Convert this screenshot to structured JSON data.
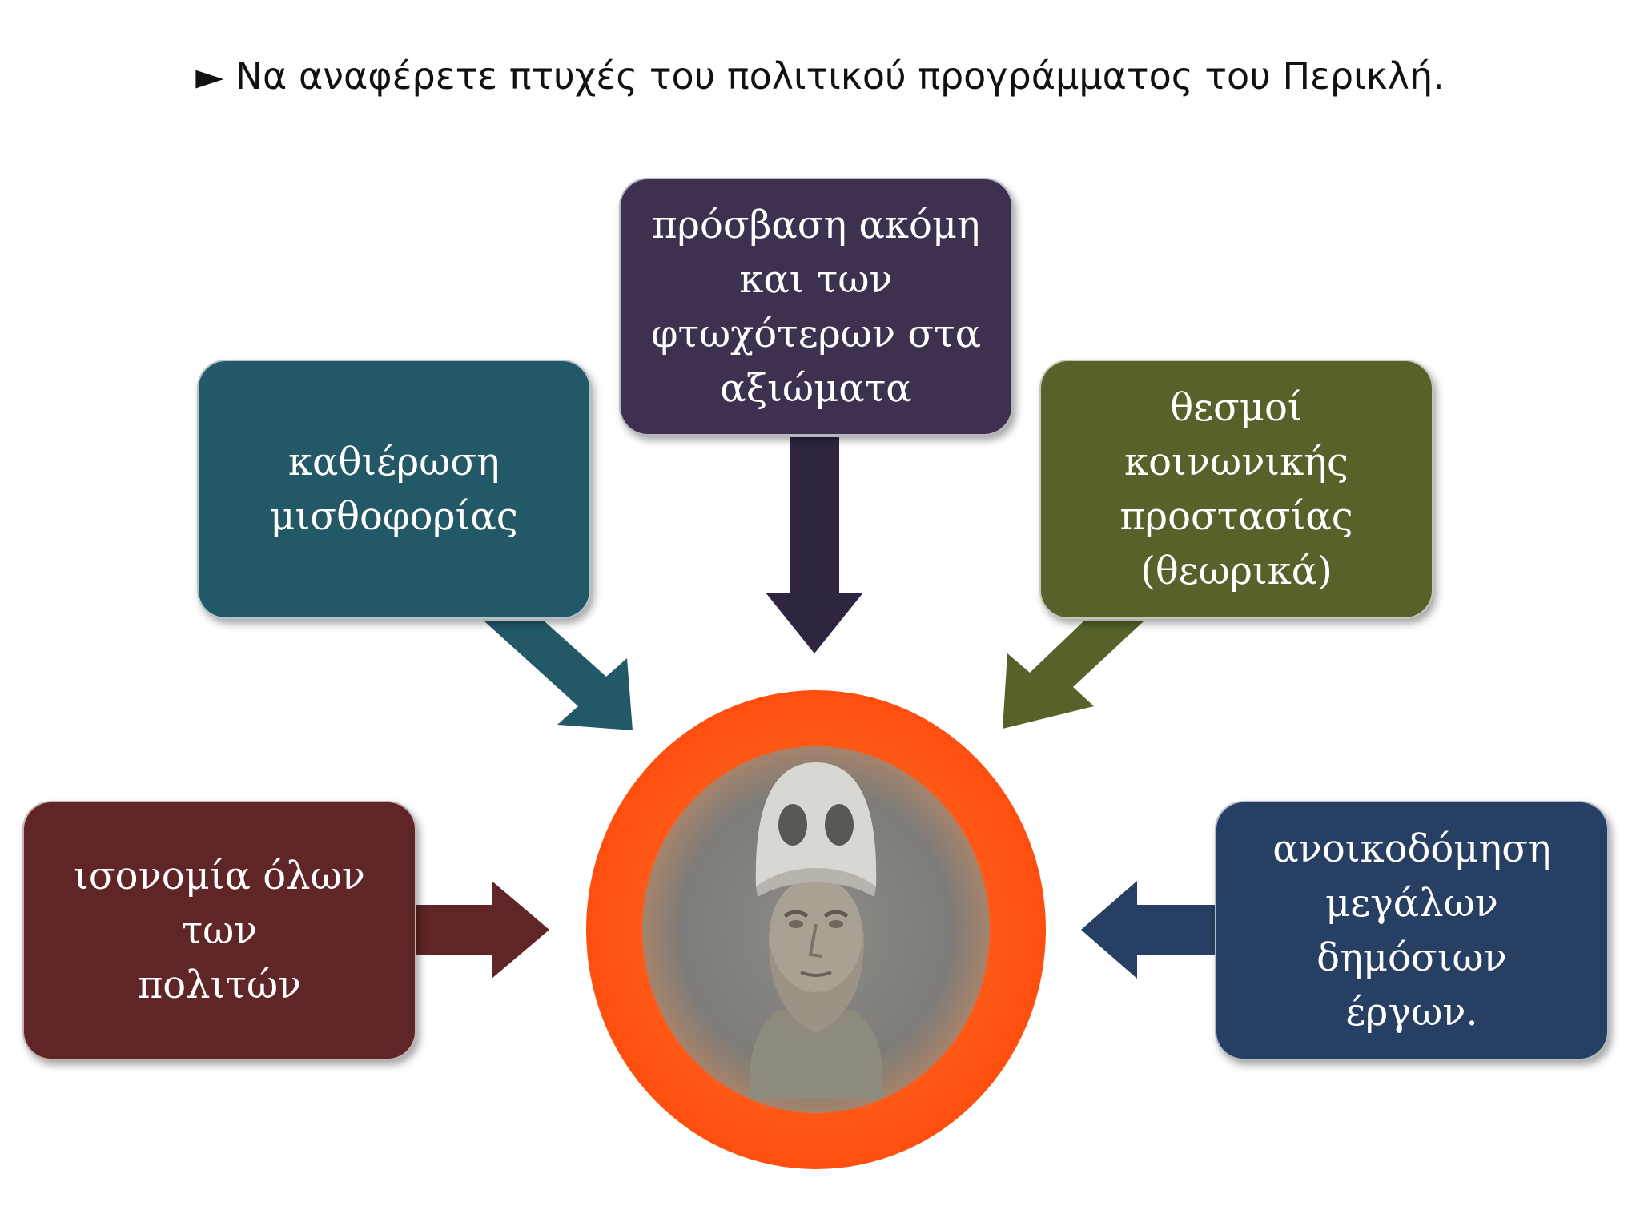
{
  "title": {
    "marker": "►",
    "text": "Να αναφέρετε πτυχές του πολιτικού προγράμματος του Περικλή."
  },
  "boxes": {
    "top": {
      "lines": [
        "πρόσβαση ακόμη",
        "και των",
        "φτωχότερων στα",
        "αξιώματα"
      ],
      "color": "#3e3150"
    },
    "upper_left": {
      "lines": [
        "καθιέρωση",
        "μισθοφορίας"
      ],
      "color": "#235866"
    },
    "upper_right": {
      "lines": [
        "θεσμοί κοινωνικής",
        "προστασίας",
        "(θεωρικά)"
      ],
      "color": "#56622a"
    },
    "left": {
      "lines": [
        "ισονομία όλων των",
        "πολιτών"
      ],
      "color": "#602527"
    },
    "right": {
      "lines": [
        "ανοικοδόμηση",
        "μεγάλων δημόσιων",
        "έργων."
      ],
      "color": "#263f62"
    }
  },
  "hub": {
    "ring_color": "#ff4f10",
    "image": "pericles-bust-icon"
  }
}
